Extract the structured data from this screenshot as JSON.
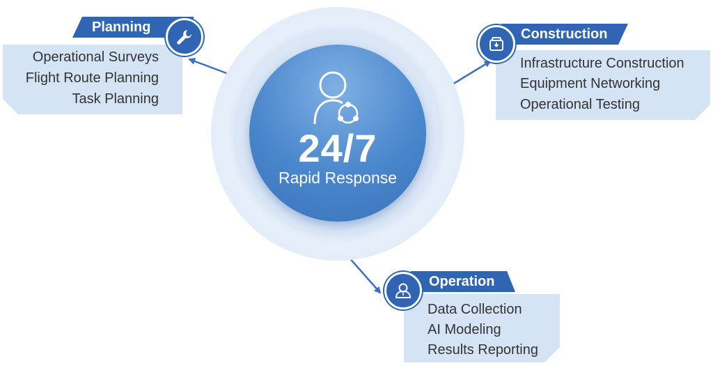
{
  "center": {
    "headline": "24/7",
    "subtitle": "Rapid Response"
  },
  "planning": {
    "title": "Planning",
    "icon": "wrench-icon",
    "items": [
      "Operational Surveys",
      "Flight Route Planning",
      "Task Planning"
    ]
  },
  "construction": {
    "title": "Construction",
    "icon": "box-icon",
    "items": [
      "Infrastructure Construction",
      "Equipment Networking",
      "Operational Testing"
    ]
  },
  "operation": {
    "title": "Operation",
    "icon": "user-icon",
    "items": [
      "Data Collection",
      "AI Modeling",
      "Results Reporting"
    ]
  },
  "colors": {
    "banner": "#2f65b3",
    "panel": "#d5e4f5",
    "core": "#4a86cc",
    "arrow": "#3b6fbf"
  }
}
